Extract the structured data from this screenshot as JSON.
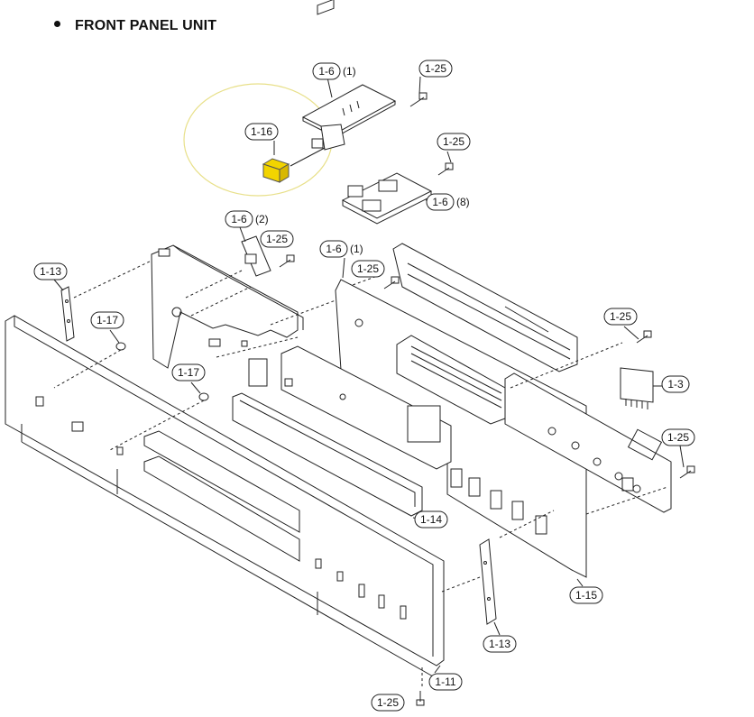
{
  "header": {
    "title": "FRONT PANEL UNIT"
  },
  "colors": {
    "highlight_part": "#f2d400",
    "highlight_circle": "#e8e08a",
    "line": "#222222"
  },
  "callouts": [
    {
      "id": "c1",
      "label": "1-6",
      "qty": "(1)"
    },
    {
      "id": "c2",
      "label": "1-25",
      "qty": ""
    },
    {
      "id": "c3",
      "label": "1-16",
      "qty": ""
    },
    {
      "id": "c4",
      "label": "1-25",
      "qty": ""
    },
    {
      "id": "c5",
      "label": "1-6",
      "qty": "(8)"
    },
    {
      "id": "c6",
      "label": "1-6",
      "qty": "(2)"
    },
    {
      "id": "c7",
      "label": "1-25",
      "qty": ""
    },
    {
      "id": "c8",
      "label": "1-6",
      "qty": "(1)"
    },
    {
      "id": "c9",
      "label": "1-25",
      "qty": ""
    },
    {
      "id": "c10",
      "label": "1-13",
      "qty": ""
    },
    {
      "id": "c11",
      "label": "1-17",
      "qty": ""
    },
    {
      "id": "c12",
      "label": "1-25",
      "qty": ""
    },
    {
      "id": "c13",
      "label": "1-17",
      "qty": ""
    },
    {
      "id": "c14",
      "label": "1-3",
      "qty": ""
    },
    {
      "id": "c15",
      "label": "1-25",
      "qty": ""
    },
    {
      "id": "c16",
      "label": "1-14",
      "qty": ""
    },
    {
      "id": "c17",
      "label": "1-15",
      "qty": ""
    },
    {
      "id": "c18",
      "label": "1-13",
      "qty": ""
    },
    {
      "id": "c19",
      "label": "1-11",
      "qty": ""
    },
    {
      "id": "c20",
      "label": "1-25",
      "qty": ""
    }
  ]
}
